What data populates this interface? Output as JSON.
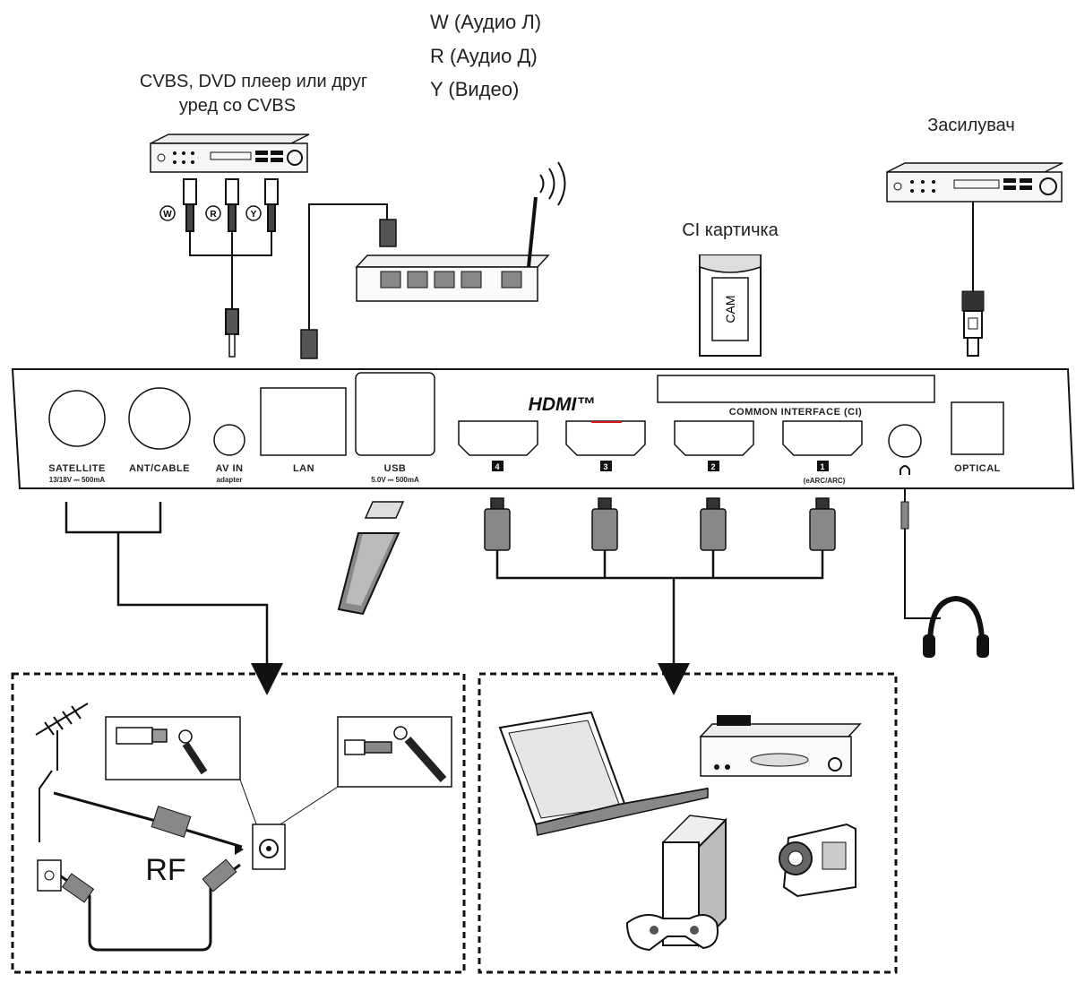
{
  "captions": {
    "cvbs_line1": "CVBS, DVD плеер или друг",
    "cvbs_line2": "уред со CVBS",
    "audio_w": "W (Аудио Л)",
    "audio_r": "R (Аудио Д)",
    "video_y": "Y (Видео)",
    "amplifier": "Засилувач",
    "ci_card": "CI картичка",
    "cam": "CAM",
    "rf": "RF"
  },
  "rca_markers": [
    "W",
    "R",
    "Y"
  ],
  "panel": {
    "hdmi_logo": "HDMI™",
    "common_interface": "COMMON INTERFACE (CI)",
    "ports": {
      "satellite": "SATELLITE",
      "satellite_sub": "13/18V ⎓ 500mA",
      "ant_cable": "ANT/CABLE",
      "av_in": "AV IN",
      "av_in_sub": "adapter",
      "lan": "LAN",
      "usb": "USB",
      "usb_sub": "5.0V ⎓ 500mA",
      "hdmi4": "4",
      "hdmi3": "3",
      "hdmi2": "2",
      "hdmi1": "1",
      "hdmi1_sub": "(eARC/ARC)",
      "optical": "OPTICAL"
    }
  },
  "colors": {
    "line": "#111111",
    "panel_fill": "#ffffff",
    "hdmi3_accent": "#d11a1a",
    "device_fill": "#f4f4f4"
  },
  "icons": [
    "dvd-player-icon",
    "amplifier-icon",
    "router-icon",
    "wifi-waves-icon",
    "rca-plug-icon",
    "ethernet-plug-icon",
    "optical-plug-icon",
    "usb-stick-icon",
    "hdmi-plug-icon",
    "headphones-jack-icon",
    "headphones-icon",
    "antenna-icon",
    "wall-socket-icon",
    "laptop-icon",
    "disc-player-icon",
    "game-console-icon",
    "gamepad-icon",
    "camcorder-icon",
    "ci-card-icon"
  ]
}
